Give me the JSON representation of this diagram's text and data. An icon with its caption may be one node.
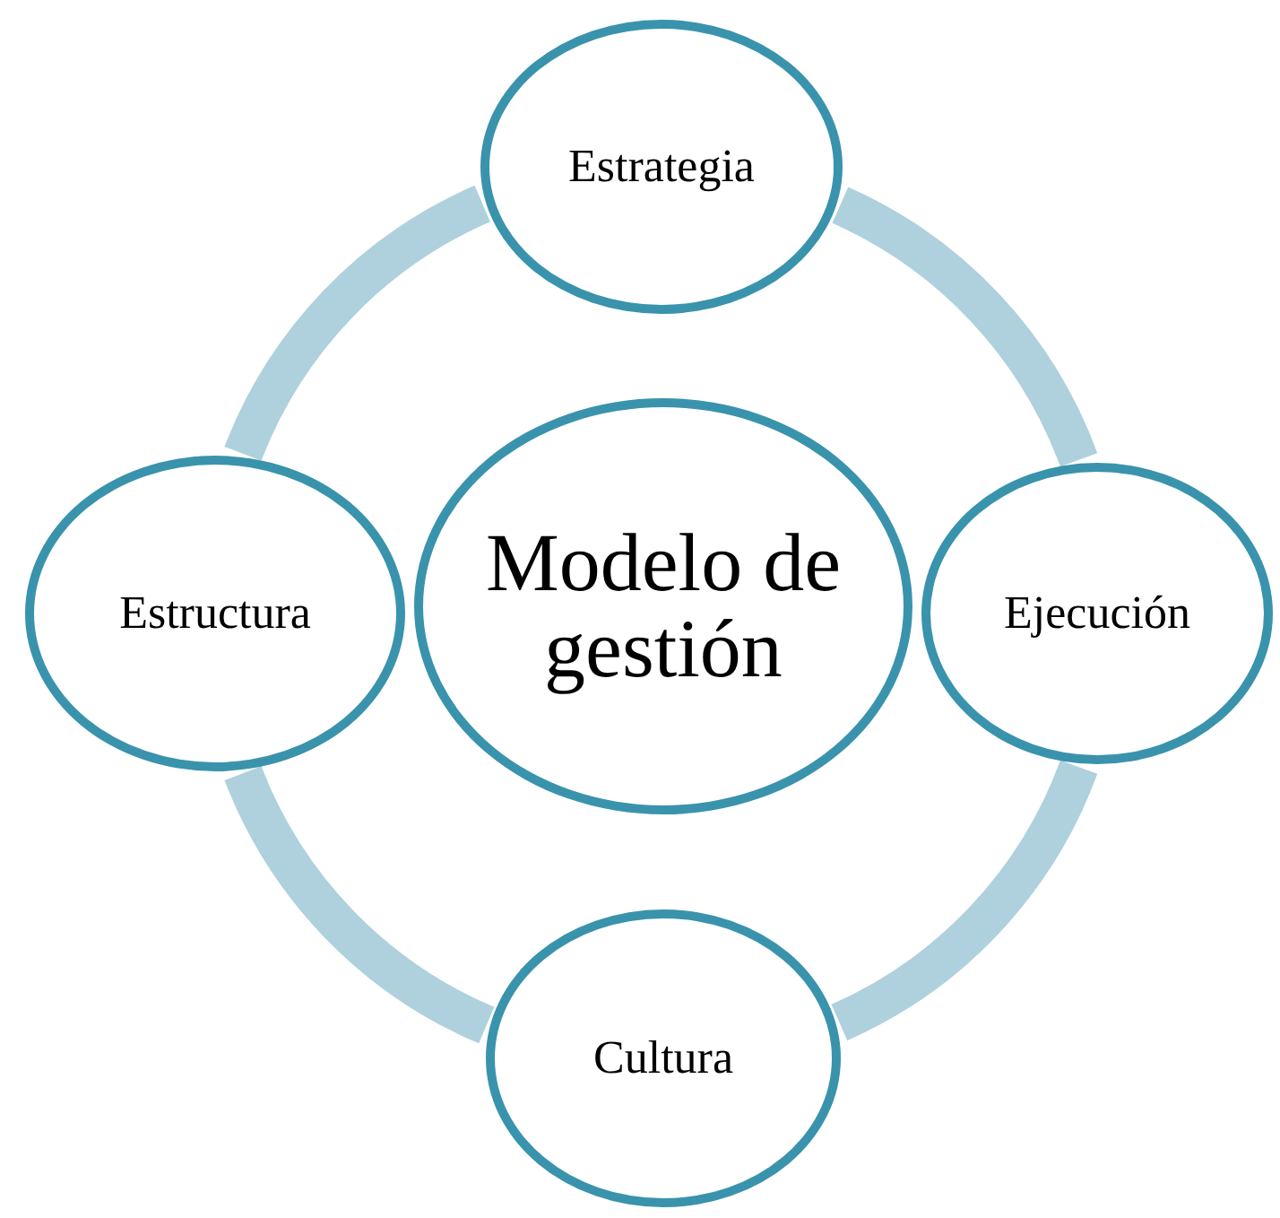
{
  "diagram": {
    "nodes": [
      {
        "text": [
          "Estrategia"
        ]
      },
      {
        "text": [
          "Estructura"
        ]
      },
      {
        "text": [
          "Modelo de gestión"
        ]
      },
      {
        "text": [
          "Ejecución"
        ]
      },
      {
        "text": [
          "Cultura"
        ]
      }
    ],
    "edges": [
      {
        "from": 0,
        "to": 3,
        "arrow": "none"
      },
      {
        "from": 3,
        "to": 4,
        "arrow": "none"
      },
      {
        "from": 4,
        "to": 1,
        "arrow": "none"
      },
      {
        "from": 1,
        "to": 0,
        "arrow": "none"
      }
    ]
  }
}
